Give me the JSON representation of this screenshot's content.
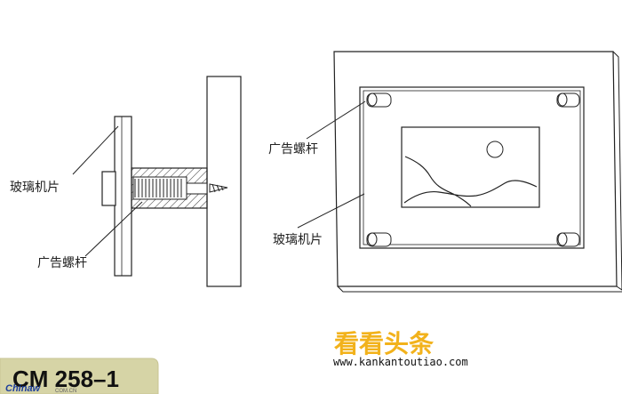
{
  "left_diagram": {
    "glass_label": "玻璃机片",
    "screw_label": "广告螺杆"
  },
  "right_diagram": {
    "screw_label": "广告螺杆",
    "glass_label": "玻璃机片"
  },
  "model_code": "CM 258–1",
  "watermark": {
    "title": "看看头条",
    "url": "www.kankantoutiao.com"
  },
  "brand": {
    "name": "Chinaw",
    "sub": "COM.CN"
  },
  "colors": {
    "badge_fill": "#d6d4a6",
    "watermark_text": "#f2b21b"
  }
}
